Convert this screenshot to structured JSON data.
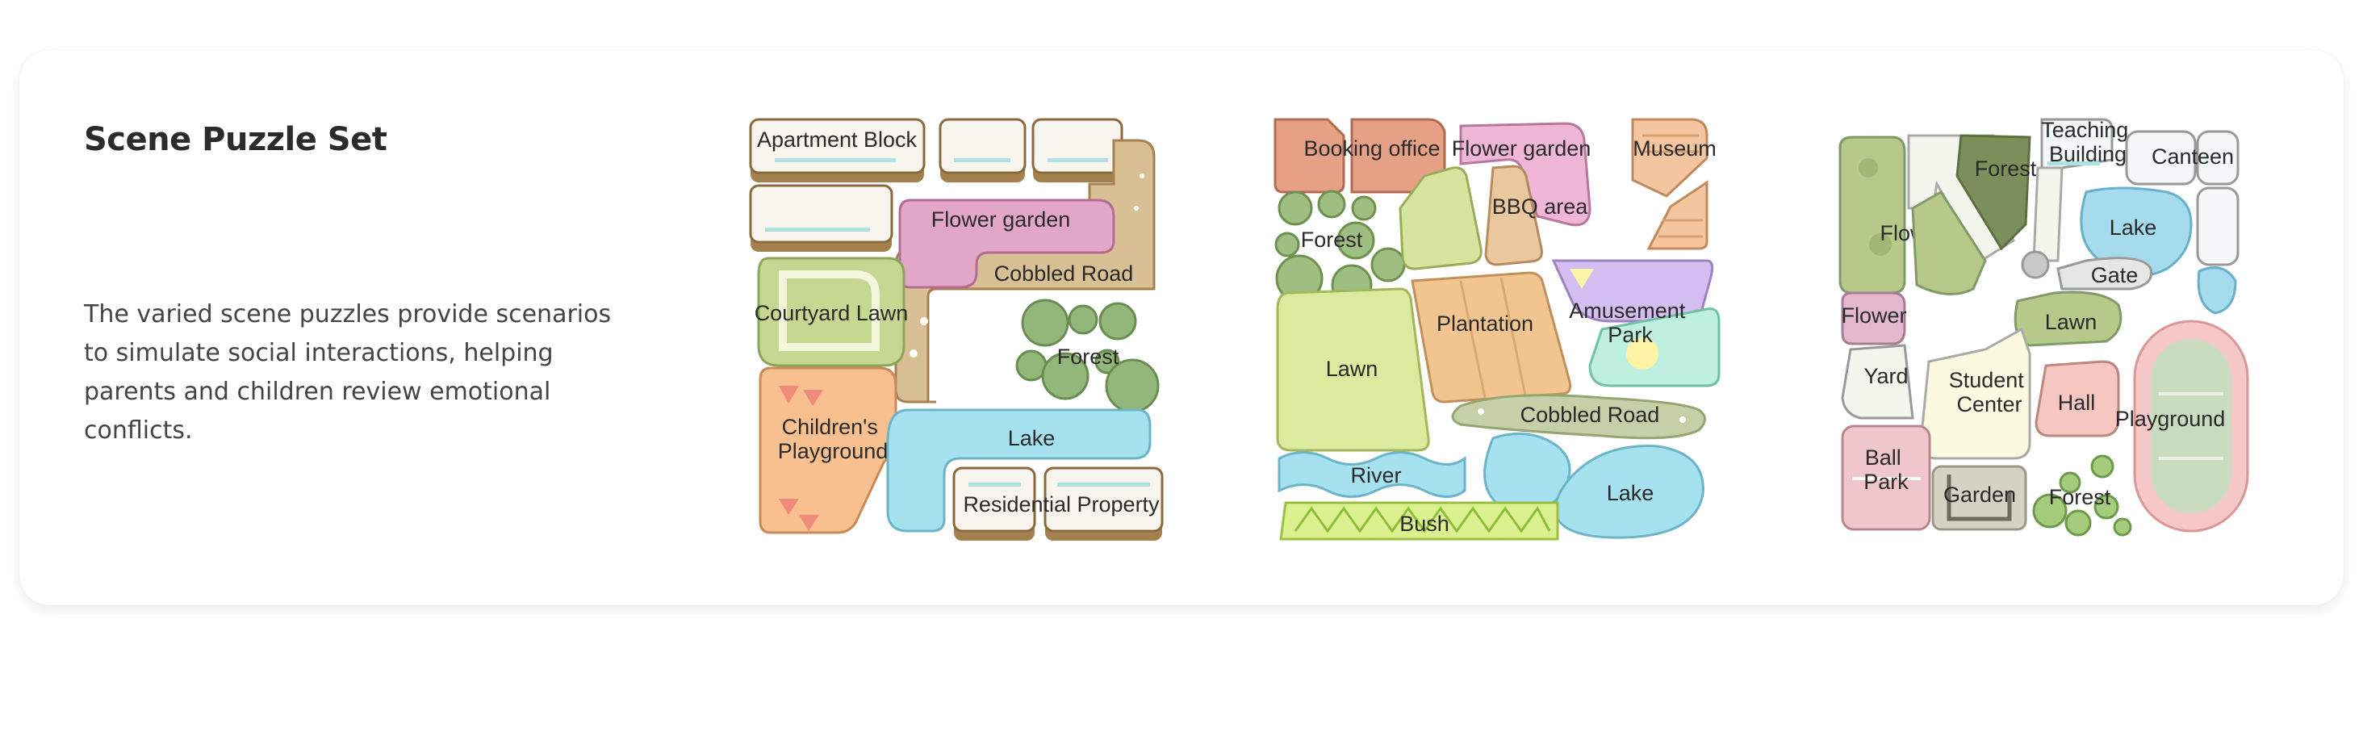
{
  "section": {
    "title": "Scene Puzzle Set",
    "description": "The varied scene puzzles provide scenarios to simulate social interactions, helping parents and children review emotional conflicts."
  },
  "puzzles": [
    {
      "labels": {
        "apartment_block": "Apartment Block",
        "flower_garden": "Flower garden",
        "cobbled_road": "Cobbled Road",
        "courtyard_lawn": "Courtyard Lawn",
        "forest": "Forest",
        "childrens_playground": [
          "Children's",
          "Playground"
        ],
        "lake": "Lake",
        "residential_property": "Residential Property"
      }
    },
    {
      "labels": {
        "booking_office": "Booking office",
        "flower_garden": "Flower garden",
        "museum": "Museum",
        "forest": "Forest",
        "bbq_area": "BBQ area",
        "lawn": "Lawn",
        "plantation": "Plantation",
        "amusement_park": [
          "Amusement",
          "Park"
        ],
        "cobbled_road": "Cobbled Road",
        "river": "River",
        "lake": "Lake",
        "bush": "Bush"
      }
    },
    {
      "labels": {
        "teaching_building": [
          "Teaching",
          "Building"
        ],
        "canteen": "Canteen",
        "forest_top": "Forest",
        "flower_lawn": "Flower",
        "lake": "Lake",
        "gate": "Gate",
        "flower": "Flower",
        "lawn": "Lawn",
        "yard": "Yard",
        "student_center": [
          "Student",
          "Center"
        ],
        "hall": "Hall",
        "playground": "Playground",
        "ball_park": [
          "Ball",
          "Park"
        ],
        "garden": "Garden",
        "forest": "Forest"
      }
    }
  ]
}
